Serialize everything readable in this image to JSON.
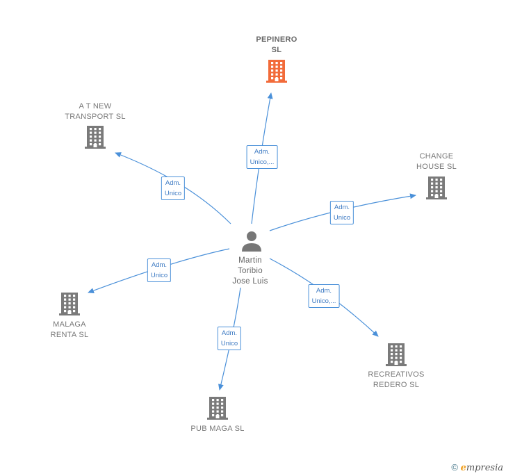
{
  "center": {
    "name": "Martin\nToribio\nJose Luis",
    "icon": "person-icon"
  },
  "nodes": [
    {
      "id": "pepinero",
      "label": "PEPINERO\nSL",
      "highlight": true,
      "icon": "building-icon"
    },
    {
      "id": "atnew",
      "label": "A T NEW\nTRANSPORT SL",
      "icon": "building-icon"
    },
    {
      "id": "change",
      "label": "CHANGE\nHOUSE SL",
      "icon": "building-icon"
    },
    {
      "id": "malaga",
      "label": "MALAGA\nRENTA SL",
      "icon": "building-icon"
    },
    {
      "id": "recreativos",
      "label": "RECREATIVOS\nREDERO SL",
      "icon": "building-icon"
    },
    {
      "id": "pubmaga",
      "label": "PUB MAGA SL",
      "icon": "building-icon"
    }
  ],
  "edges": [
    {
      "to": "pepinero",
      "label": "Adm.\nUnico,..."
    },
    {
      "to": "atnew",
      "label": "Adm.\nUnico"
    },
    {
      "to": "change",
      "label": "Adm.\nUnico"
    },
    {
      "to": "malaga",
      "label": "Adm.\nUnico"
    },
    {
      "to": "recreativos",
      "label": "Adm.\nUnico,..."
    },
    {
      "to": "pubmaga",
      "label": "Adm.\nUnico"
    }
  ],
  "colors": {
    "edge": "#4a90d9",
    "building": "#7a7a7a",
    "highlight": "#f26b3a",
    "person": "#777777"
  },
  "footer": {
    "copyright": "©",
    "brand_initial": "e",
    "brand_rest": "mpresia"
  }
}
